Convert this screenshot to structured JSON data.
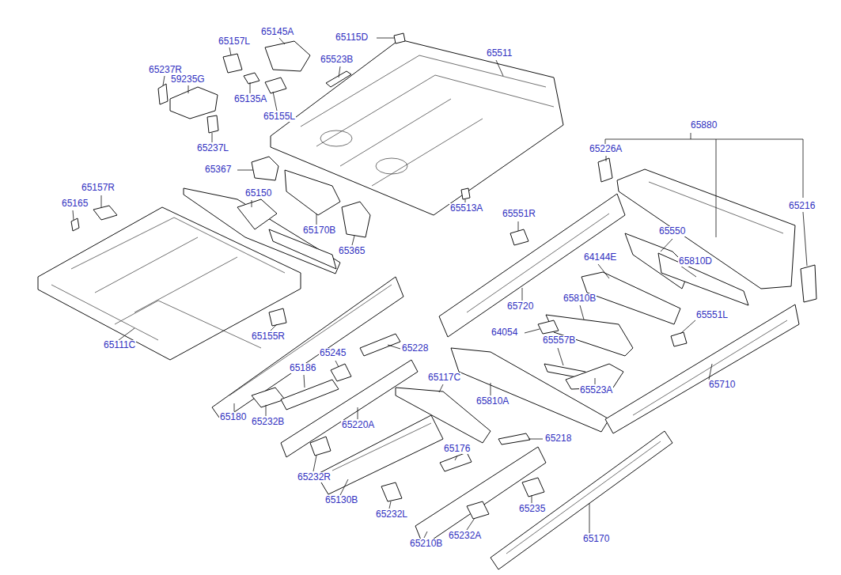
{
  "diagram": {
    "labels": [
      "65157L",
      "65145A",
      "65115D",
      "65523B",
      "65511",
      "65237R",
      "59235G",
      "65135A",
      "65155L",
      "65237L",
      "65880",
      "65226A",
      "65367",
      "65157R",
      "65150",
      "65165",
      "65513A",
      "65551R",
      "65216",
      "65170B",
      "65365",
      "65550",
      "64144E",
      "65810D",
      "65720",
      "65810B",
      "65551L",
      "65155R",
      "64054",
      "65557B",
      "65111C",
      "65228",
      "65245",
      "65186",
      "65117C",
      "65710",
      "65523A",
      "65810A",
      "65180",
      "65232B",
      "65220A",
      "65218",
      "65176",
      "65232R",
      "65130B",
      "65235",
      "65232L",
      "65210B",
      "65232A",
      "65170"
    ]
  }
}
